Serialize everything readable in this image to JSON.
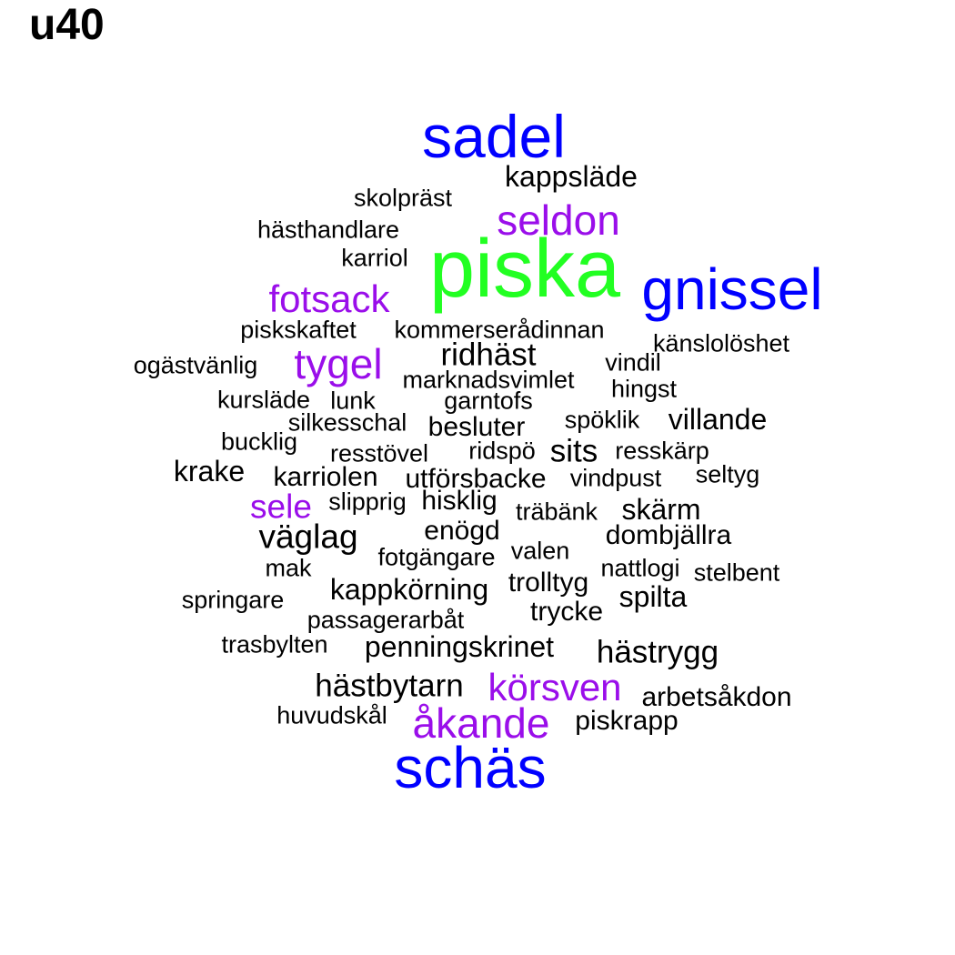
{
  "title": "u40",
  "palette": {
    "black": "#000000",
    "purple": "#9A0EEA",
    "blue": "#0000FF",
    "green": "#22FF22"
  },
  "words": [
    {
      "text": "sadel",
      "color": "blue"
    },
    {
      "text": "kappsläde",
      "color": "black"
    },
    {
      "text": "skolpräst",
      "color": "black"
    },
    {
      "text": "seldon",
      "color": "purple"
    },
    {
      "text": "hästhandlare",
      "color": "black"
    },
    {
      "text": "piska",
      "color": "green"
    },
    {
      "text": "karriol",
      "color": "black"
    },
    {
      "text": "gnissel",
      "color": "blue"
    },
    {
      "text": "fotsack",
      "color": "purple"
    },
    {
      "text": "piskskaftet",
      "color": "black"
    },
    {
      "text": "kommerserådinnan",
      "color": "black"
    },
    {
      "text": "känslolöshet",
      "color": "black"
    },
    {
      "text": "ogästvänlig",
      "color": "black"
    },
    {
      "text": "tygel",
      "color": "purple"
    },
    {
      "text": "ridhäst",
      "color": "black"
    },
    {
      "text": "vindil",
      "color": "black"
    },
    {
      "text": "marknadsvimlet",
      "color": "black"
    },
    {
      "text": "hingst",
      "color": "black"
    },
    {
      "text": "kursläde",
      "color": "black"
    },
    {
      "text": "lunk",
      "color": "black"
    },
    {
      "text": "garntofs",
      "color": "black"
    },
    {
      "text": "silkesschal",
      "color": "black"
    },
    {
      "text": "besluter",
      "color": "black"
    },
    {
      "text": "spöklik",
      "color": "black"
    },
    {
      "text": "villande",
      "color": "black"
    },
    {
      "text": "bucklig",
      "color": "black"
    },
    {
      "text": "resstövel",
      "color": "black"
    },
    {
      "text": "ridspö",
      "color": "black"
    },
    {
      "text": "sits",
      "color": "black"
    },
    {
      "text": "resskärp",
      "color": "black"
    },
    {
      "text": "krake",
      "color": "black"
    },
    {
      "text": "karriolen",
      "color": "black"
    },
    {
      "text": "utförsbacke",
      "color": "black"
    },
    {
      "text": "vindpust",
      "color": "black"
    },
    {
      "text": "seltyg",
      "color": "black"
    },
    {
      "text": "sele",
      "color": "purple"
    },
    {
      "text": "slipprig",
      "color": "black"
    },
    {
      "text": "hisklig",
      "color": "black"
    },
    {
      "text": "träbänk",
      "color": "black"
    },
    {
      "text": "skärm",
      "color": "black"
    },
    {
      "text": "väglag",
      "color": "black"
    },
    {
      "text": "enögd",
      "color": "black"
    },
    {
      "text": "dombjällra",
      "color": "black"
    },
    {
      "text": "fotgängare",
      "color": "black"
    },
    {
      "text": "valen",
      "color": "black"
    },
    {
      "text": "mak",
      "color": "black"
    },
    {
      "text": "nattlogi",
      "color": "black"
    },
    {
      "text": "stelbent",
      "color": "black"
    },
    {
      "text": "trolltyg",
      "color": "black"
    },
    {
      "text": "kappkörning",
      "color": "black"
    },
    {
      "text": "springare",
      "color": "black"
    },
    {
      "text": "spilta",
      "color": "black"
    },
    {
      "text": "trycke",
      "color": "black"
    },
    {
      "text": "passagerarbåt",
      "color": "black"
    },
    {
      "text": "trasbylten",
      "color": "black"
    },
    {
      "text": "penningskrinet",
      "color": "black"
    },
    {
      "text": "hästrygg",
      "color": "black"
    },
    {
      "text": "hästbytarn",
      "color": "black"
    },
    {
      "text": "körsven",
      "color": "purple"
    },
    {
      "text": "arbetsåkdon",
      "color": "black"
    },
    {
      "text": "huvudskål",
      "color": "black"
    },
    {
      "text": "åkande",
      "color": "purple"
    },
    {
      "text": "piskrapp",
      "color": "black"
    },
    {
      "text": "schäs",
      "color": "blue"
    }
  ]
}
